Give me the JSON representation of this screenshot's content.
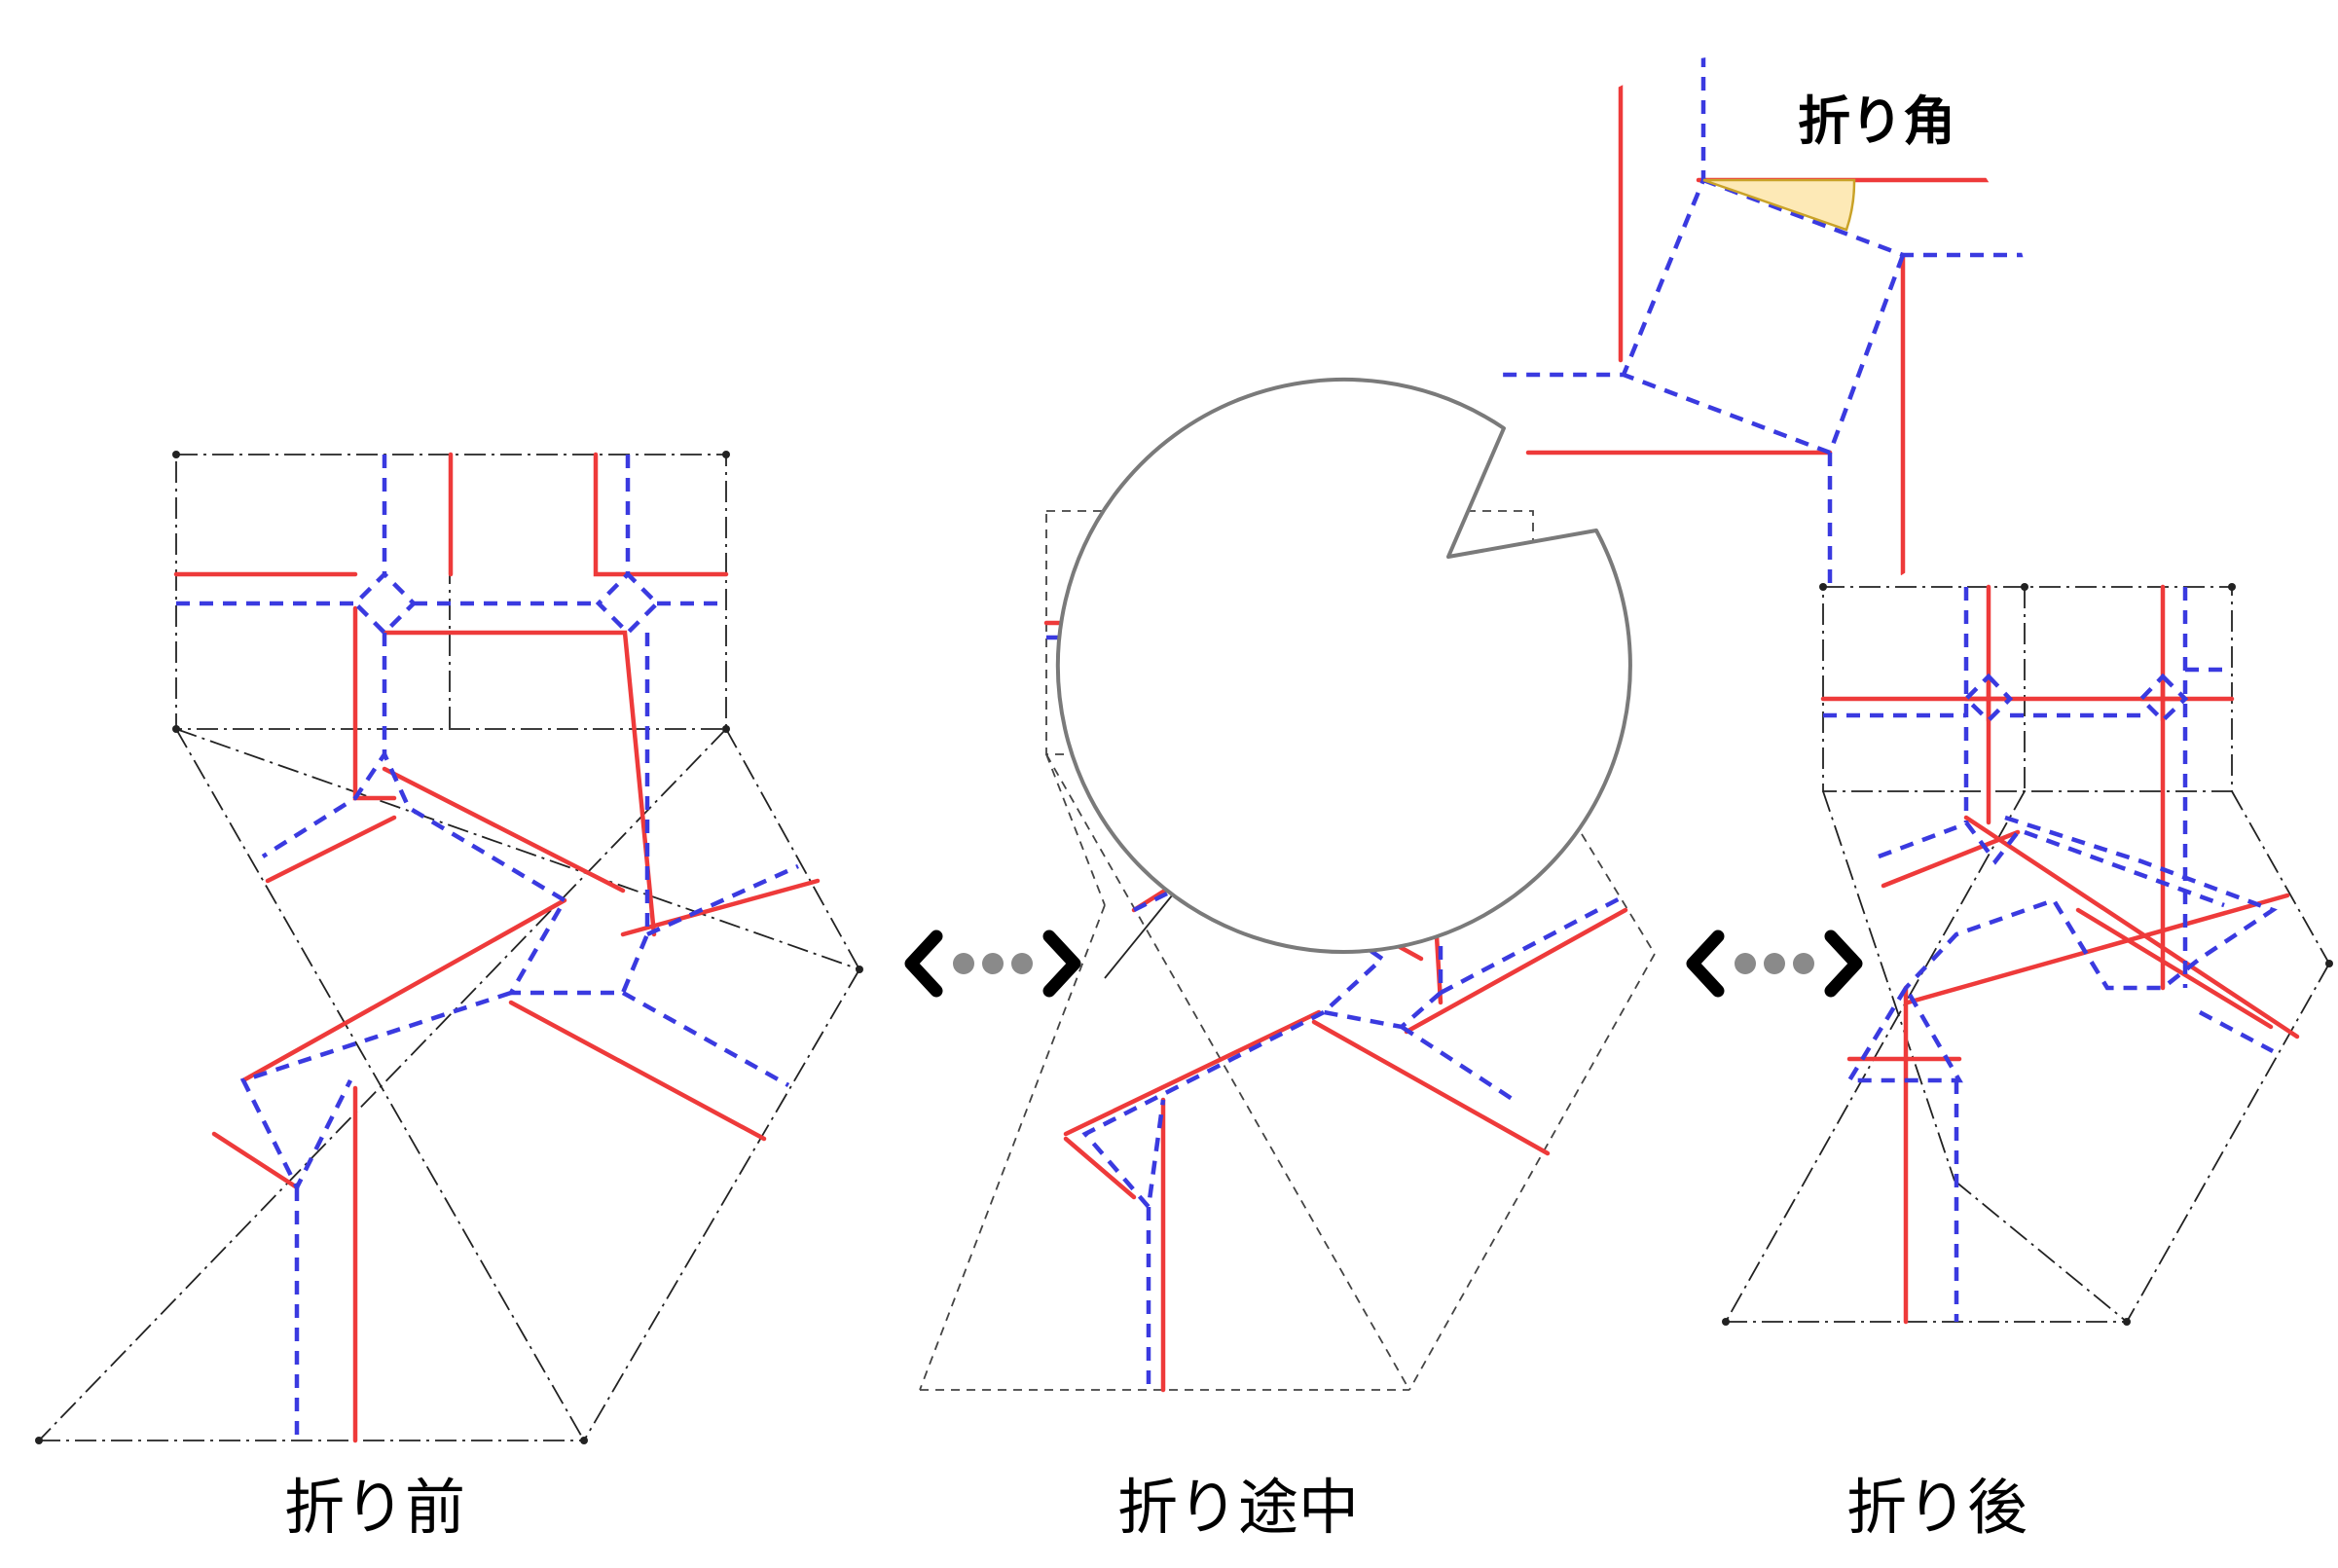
{
  "captions": {
    "before": "折り前",
    "during": "折り途中",
    "after": "折り後"
  },
  "zoom_label": "折り角",
  "arrow_icon": "bidirectional-ellipsis-arrow",
  "colors": {
    "mountain_fold": "#ee3a3a",
    "valley_fold": "#3a3ae0",
    "highlight": "#f7c600",
    "angle_fill": "#fde9b6"
  }
}
